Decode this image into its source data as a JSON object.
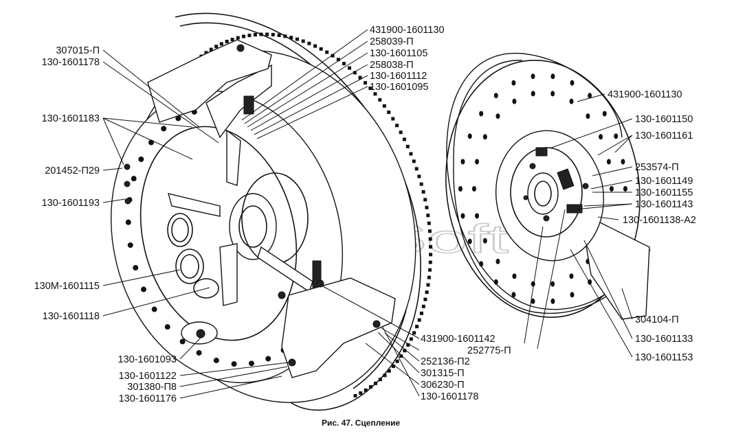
{
  "caption": "Рис. 47. Сцепление",
  "watermark": "AutoSoft",
  "left_labels": [
    "307015-П",
    "130-1601178",
    "130-1601183",
    "201452-П29",
    "130-1601193",
    "130М-1601115",
    "130-1601118",
    "130-1601093",
    "130-1601122",
    "301380-П8",
    "130-1601176"
  ],
  "top_labels": [
    "431900-1601130",
    "258039-П",
    "130-1601105",
    "258038-П",
    "130-1601112",
    "130-1601095"
  ],
  "bottom_labels": [
    "431900-1601142",
    "252775-П",
    "252136-П2",
    "301315-П",
    "306230-П",
    "130-1601178"
  ],
  "right_labels": [
    "431900-1601130",
    "130-1601150",
    "130-1601161",
    "253574-П",
    "130-1601149",
    "130-1601155",
    "130-1601143",
    "130-1601138-А2",
    "304104-П",
    "130-1601133",
    "130-1601153"
  ]
}
